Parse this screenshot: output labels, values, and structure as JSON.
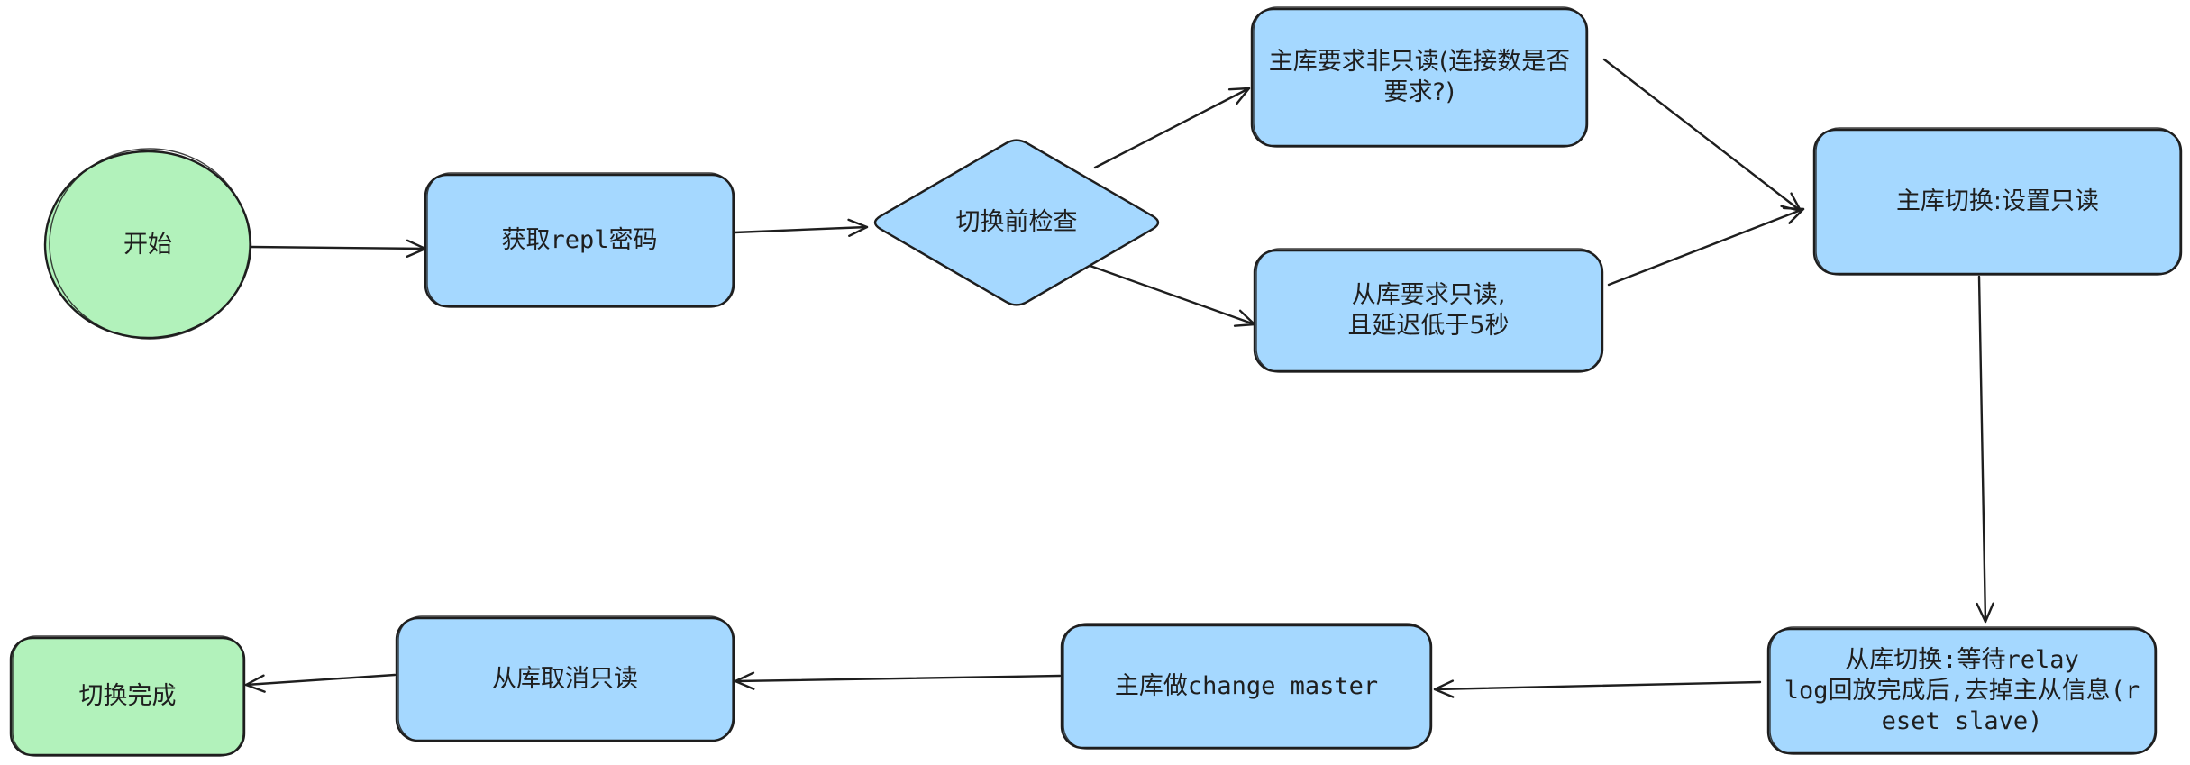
{
  "colors": {
    "process": "#a5d8ff",
    "terminal": "#b2f2bb",
    "stroke": "#1e1e1e"
  },
  "nodes": [
    {
      "id": "start",
      "shape": "ellipse",
      "kind": "terminal",
      "label": "开始"
    },
    {
      "id": "get-repl-password",
      "shape": "rect",
      "kind": "process",
      "label": "获取repl密码"
    },
    {
      "id": "pre-switch-check",
      "shape": "diamond",
      "kind": "process",
      "label": "切换前检查"
    },
    {
      "id": "master-requirement",
      "shape": "rect",
      "kind": "process",
      "label": "主库要求非只读(连接数是否\n要求?)"
    },
    {
      "id": "slave-requirement",
      "shape": "rect",
      "kind": "process",
      "label": "从库要求只读,\n且延迟低于5秒"
    },
    {
      "id": "master-switch",
      "shape": "rect",
      "kind": "process",
      "label": "主库切换:设置只读"
    },
    {
      "id": "slave-switch",
      "shape": "rect",
      "kind": "process",
      "label": "从库切换:等待relay\nlog回放完成后,去掉主从信息(r\neset slave)"
    },
    {
      "id": "master-change-master",
      "shape": "rect",
      "kind": "process",
      "label": "主库做change master"
    },
    {
      "id": "slave-cancel-readonly",
      "shape": "rect",
      "kind": "process",
      "label": "从库取消只读"
    },
    {
      "id": "switch-complete",
      "shape": "rect",
      "kind": "terminal",
      "label": "切换完成"
    }
  ],
  "edges": [
    {
      "from": "start",
      "to": "get-repl-password"
    },
    {
      "from": "get-repl-password",
      "to": "pre-switch-check"
    },
    {
      "from": "pre-switch-check",
      "to": "master-requirement"
    },
    {
      "from": "pre-switch-check",
      "to": "slave-requirement"
    },
    {
      "from": "master-requirement",
      "to": "master-switch"
    },
    {
      "from": "slave-requirement",
      "to": "master-switch"
    },
    {
      "from": "master-switch",
      "to": "slave-switch"
    },
    {
      "from": "slave-switch",
      "to": "master-change-master"
    },
    {
      "from": "master-change-master",
      "to": "slave-cancel-readonly"
    },
    {
      "from": "slave-cancel-readonly",
      "to": "switch-complete"
    }
  ]
}
